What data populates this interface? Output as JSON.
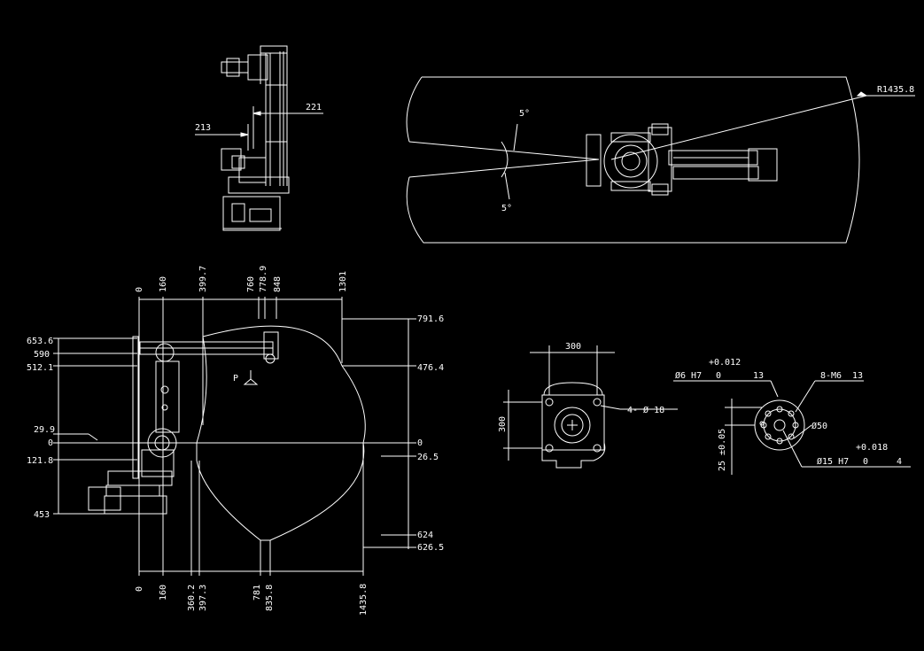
{
  "drawing": {
    "background": "#000000",
    "line_color": "#ffffff",
    "top_view": {
      "dim_213": "213",
      "dim_221": "221"
    },
    "plan_view": {
      "radius_label": "R1435.8",
      "angle_top": "5°",
      "angle_bottom": "5°"
    },
    "side_view": {
      "top_dims": [
        "0",
        "160",
        "399.7",
        "760",
        "778.9",
        "848",
        "1301"
      ],
      "bottom_dims": [
        "0",
        "160",
        "360.2",
        "397.3",
        "781",
        "835.8",
        "1435.8"
      ],
      "left_dims": [
        "653.6",
        "590",
        "512.1",
        "29.9",
        "0",
        "121.8",
        "453"
      ],
      "right_dims": [
        "791.6",
        "476.4",
        "0",
        "26.5",
        "624",
        "626.5"
      ],
      "point_label": "P"
    },
    "base_view": {
      "width_dim": "300",
      "height_dim": "300",
      "hole_label": "4- Ø 18"
    },
    "flange_view": {
      "tol_top": "+0.012",
      "pin_label": "Ø6 H7",
      "pin_tol_zero": "0",
      "pin_depth": "13",
      "thread_label": "8-M6",
      "thread_depth": "13",
      "dia_50": "Ø50",
      "tol_bottom": "+0.018",
      "bore_label": "Ø15 H7",
      "bore_tol_zero": "0",
      "bore_depth": "4",
      "offset_dim": "25 ±0.05"
    }
  }
}
